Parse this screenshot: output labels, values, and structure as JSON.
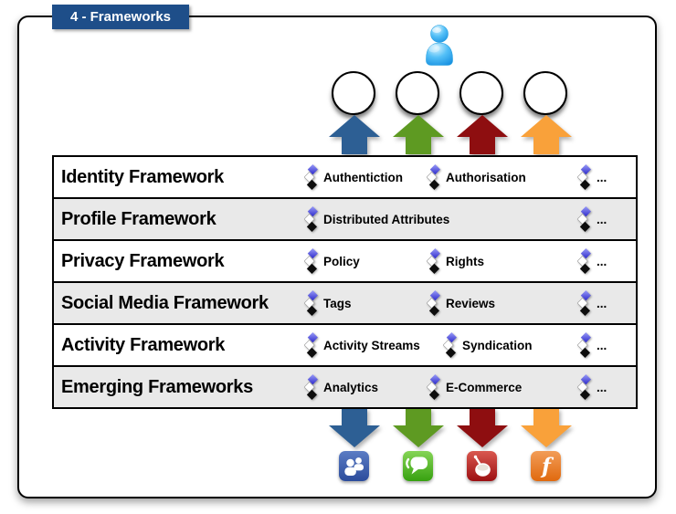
{
  "title_badge": {
    "label": "4 - Frameworks"
  },
  "rows": [
    {
      "name": "Identity Framework",
      "tags": [
        "Authentiction",
        "Authorisation",
        "..."
      ]
    },
    {
      "name": "Profile Framework",
      "tags": [
        "Distributed Attributes",
        "..."
      ]
    },
    {
      "name": "Privacy Framework",
      "tags": [
        "Policy",
        "Rights",
        "..."
      ]
    },
    {
      "name": "Social Media Framework",
      "tags": [
        "Tags",
        "Reviews",
        "..."
      ]
    },
    {
      "name": "Activity Framework",
      "tags": [
        "Activity Streams",
        "Syndication",
        "..."
      ]
    },
    {
      "name": "Emerging Frameworks",
      "tags": [
        "Analytics",
        "E-Commerce",
        "..."
      ]
    }
  ],
  "icons": {
    "user": "user-icon",
    "tag": "tag-diamonds-icon",
    "social": [
      "people-group-icon",
      "chat-bubble-icon",
      "drum-icon",
      "letter-f-icon"
    ],
    "f_letter": "f"
  },
  "colors": {
    "badge_blue": "#1e4e89",
    "arrow_blue": "#2d5f94",
    "arrow_green": "#5e9a22",
    "arrow_dark_red": "#8e0e10",
    "arrow_orange": "#f9a13a",
    "row_alt_gray": "#e9e9e9",
    "tag_diamond_purple": "#4a3fe0"
  }
}
